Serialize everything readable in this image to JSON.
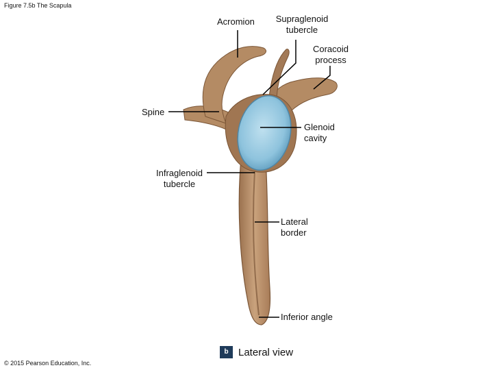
{
  "header": {
    "figure_title": "Figure 7.5b The Scapula"
  },
  "labels": {
    "acromion": "Acromion",
    "supraglenoid": [
      "Supraglenoid",
      "tubercle"
    ],
    "coracoid": [
      "Coracoid",
      "process"
    ],
    "spine": "Spine",
    "glenoid": [
      "Glenoid",
      "cavity"
    ],
    "infraglenoid": [
      "Infraglenoid",
      "tubercle"
    ],
    "lateral_border": [
      "Lateral",
      "border"
    ],
    "inferior_angle": "Inferior angle"
  },
  "caption": {
    "badge": "b",
    "title": "Lateral view"
  },
  "footer": {
    "copyright": "© 2015 Pearson Education, Inc."
  },
  "colors": {
    "bone": "#b9906a",
    "bone_dark": "#8a6242",
    "glenoid": "#8ec3dd",
    "badge": "#1f3b5a"
  }
}
